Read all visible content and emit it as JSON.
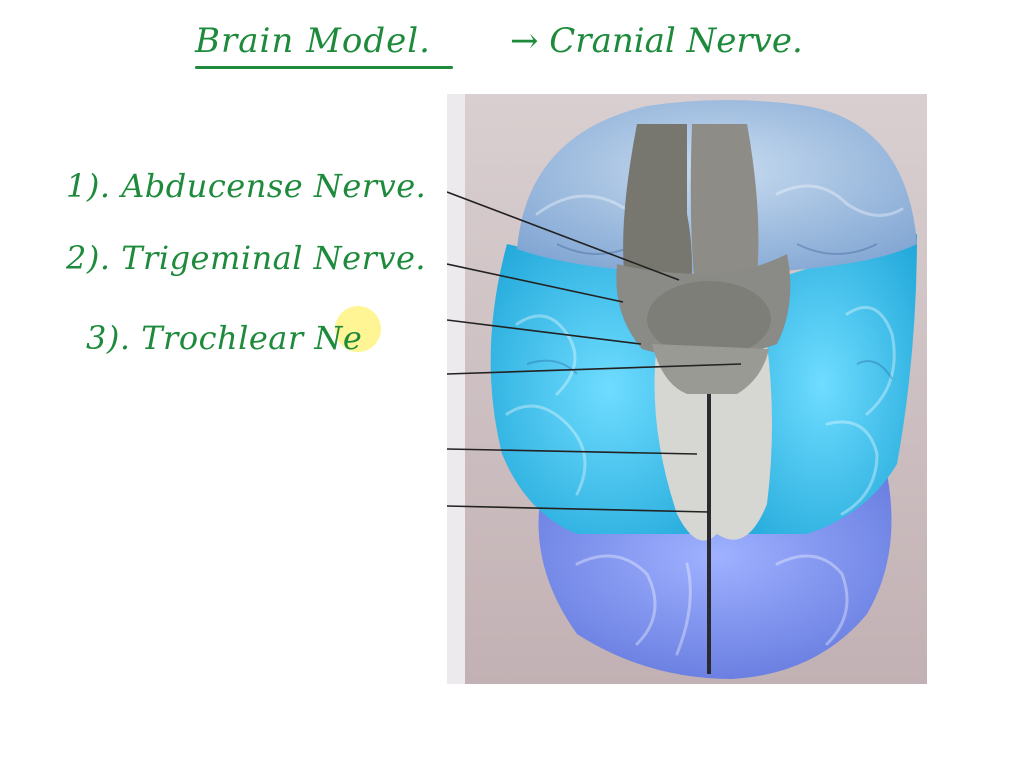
{
  "header": {
    "title": "Brain Model.",
    "subtitle": "→ Cranial Nerve."
  },
  "labels": [
    {
      "number": "1).",
      "text": "Abducense Nerve."
    },
    {
      "number": "2).",
      "text": "Trigeminal Nerve."
    },
    {
      "number": "3).",
      "text": "Trochlear Ne"
    }
  ],
  "colors": {
    "ink": "#1e8a3c",
    "highlight": "#ffec3c",
    "frontal_lobe": "#8fb6e6",
    "temporal_lobe": "#3cc3ee",
    "occipital_lobe": "#7b8ff0",
    "brainstem": "#8a8a86",
    "background": "#cdbfc1"
  }
}
